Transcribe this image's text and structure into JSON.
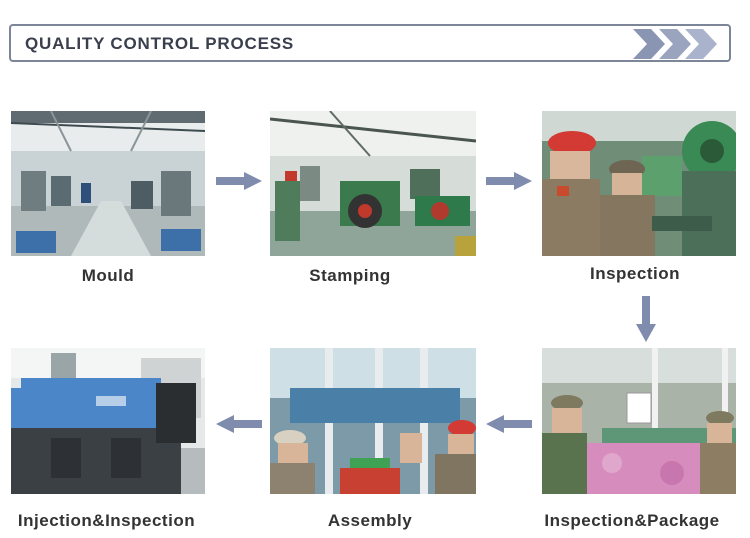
{
  "header": {
    "title": "QUALITY CONTROL PROCESS",
    "chevron_icon": "chevron-right-triple-icon"
  },
  "steps": [
    {
      "label": "Mould",
      "photo": "factory-floor-photo"
    },
    {
      "label": "Stamping",
      "photo": "stamping-machines-photo"
    },
    {
      "label": "Inspection",
      "photo": "workers-inspection-photo"
    },
    {
      "label": "Inspection&Package",
      "photo": "package-line-photo"
    },
    {
      "label": "Assembly",
      "photo": "assembly-line-photo"
    },
    {
      "label": "Injection&Inspection",
      "photo": "injection-machine-photo"
    }
  ],
  "colors": {
    "accent": "#7f8cad",
    "frame": "#7d8699",
    "text": "#333333"
  }
}
